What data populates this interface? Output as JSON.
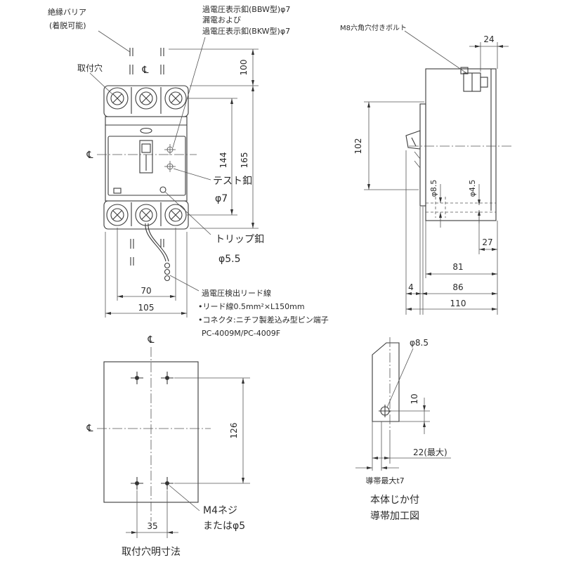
{
  "front_view": {
    "insulation_barrier": {
      "line1": "絶縁バリア",
      "line2": "(着脱可能)"
    },
    "mounting_hole": "取付穴",
    "indicator_button": {
      "line1": "過電圧表示釦(BBW型)φ7",
      "line2": "漏電および",
      "line3": "過電圧表示釦(BKW型)φ7"
    },
    "centerline_symbol": "℄",
    "dimensions": {
      "top_clearance": "100",
      "overall_height": "165",
      "terminal_pitch_vertical": "144",
      "terminal_pitch_horizontal": "70",
      "overall_width": "105"
    },
    "test_button": {
      "name": "テスト釦",
      "size": "φ7"
    },
    "trip_button": {
      "name": "トリップ釦",
      "size": "φ5.5"
    },
    "lead_wire": {
      "title": "過電圧検出リード線",
      "spec_wire": "•リード線0.5mm²×L150mm",
      "spec_connector": "•コネクタ:ニチフ製差込み型ピン端子",
      "spec_part_no": "PC-4009M/PC-4009F"
    }
  },
  "side_view": {
    "bolt_label": "M8六角穴付きボルト",
    "dimensions": {
      "bolt_width": "24",
      "handle_height": "102",
      "hole_large": "φ8.5",
      "hole_small": "φ4.5",
      "terminal_offset": "27",
      "depth_81": "81",
      "handle_offset": "4",
      "depth_86": "86",
      "overall_depth": "110"
    }
  },
  "mounting_hole_layout": {
    "centerline_symbol": "℄",
    "vertical_pitch": "126",
    "horizontal_pitch": "35",
    "screw_label": {
      "line1": "M4ネジ",
      "line2": "またはφ5"
    },
    "caption": "取付穴明寸法"
  },
  "conductor_detail": {
    "hole": "φ8.5",
    "hole_offset": "10",
    "max_width": "22(最大)",
    "max_thickness": "導帯最大t7",
    "caption": {
      "line1": "本体じか付",
      "line2": "導帯加工図"
    }
  }
}
